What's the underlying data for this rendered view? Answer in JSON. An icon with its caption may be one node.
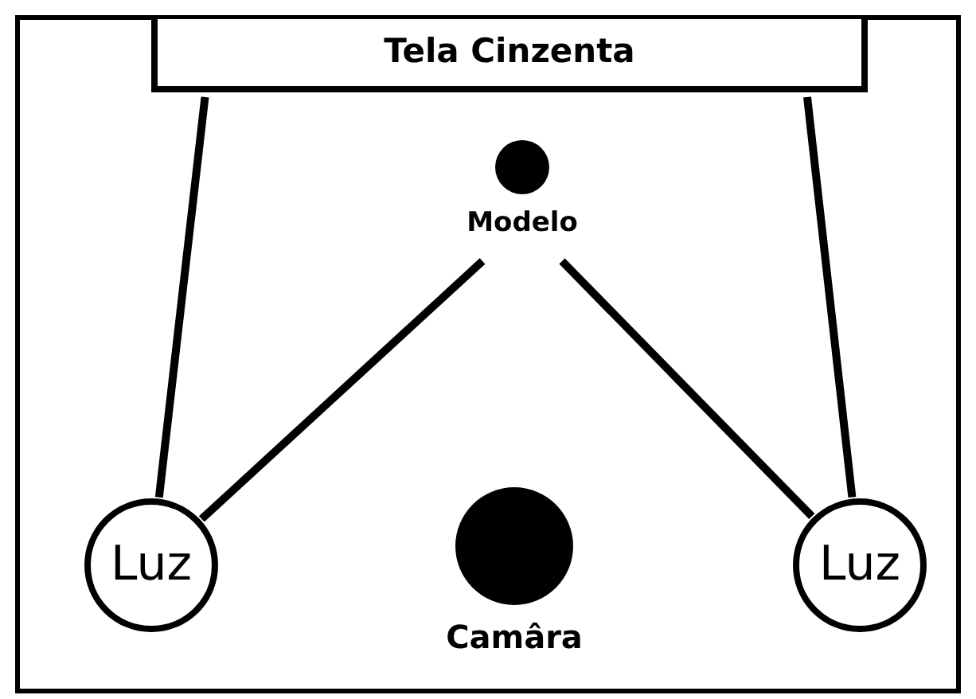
{
  "diagram": {
    "nodes": [
      {
        "text": [
          "Tela Cinzenta"
        ]
      },
      {
        "text": [
          "Modelo"
        ]
      },
      {
        "text": [
          "Luz"
        ]
      },
      {
        "text": [
          "Luz"
        ]
      },
      {
        "text": [
          "Camâra"
        ]
      }
    ],
    "edges": [
      {
        "from": 2,
        "to": 0,
        "arrow": "none"
      },
      {
        "from": 2,
        "to": 1,
        "arrow": "none"
      },
      {
        "from": 3,
        "to": 1,
        "arrow": "none"
      },
      {
        "from": 3,
        "to": 0,
        "arrow": "none"
      }
    ]
  }
}
